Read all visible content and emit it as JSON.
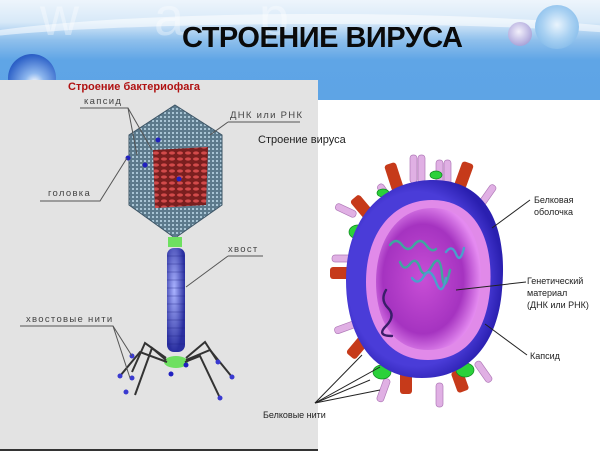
{
  "slide": {
    "title": "СТРОЕНИЕ ВИРУСА",
    "watermark": "w a p",
    "colors": {
      "header_blue": "#5ea4e5",
      "panel_gray": "#e3e3e3",
      "title_red": "#b01212"
    }
  },
  "bacteriophage": {
    "title": "Строение бактериофага",
    "labels": {
      "capsid": "капсид",
      "dna_rna": "ДНК или РНК",
      "head": "головка",
      "tail": "хвост",
      "tail_fibers": "хвостовые нити"
    }
  },
  "virus": {
    "title": "Строение вируса",
    "labels": {
      "protein_coat_1": "Белковая",
      "protein_coat_2": "оболочка",
      "genetic_1": "Генетический",
      "genetic_2": "материал",
      "genetic_3": "(ДНК или РНК)",
      "capsid": "Капсид",
      "protein_fibers": "Белковые нити"
    }
  }
}
